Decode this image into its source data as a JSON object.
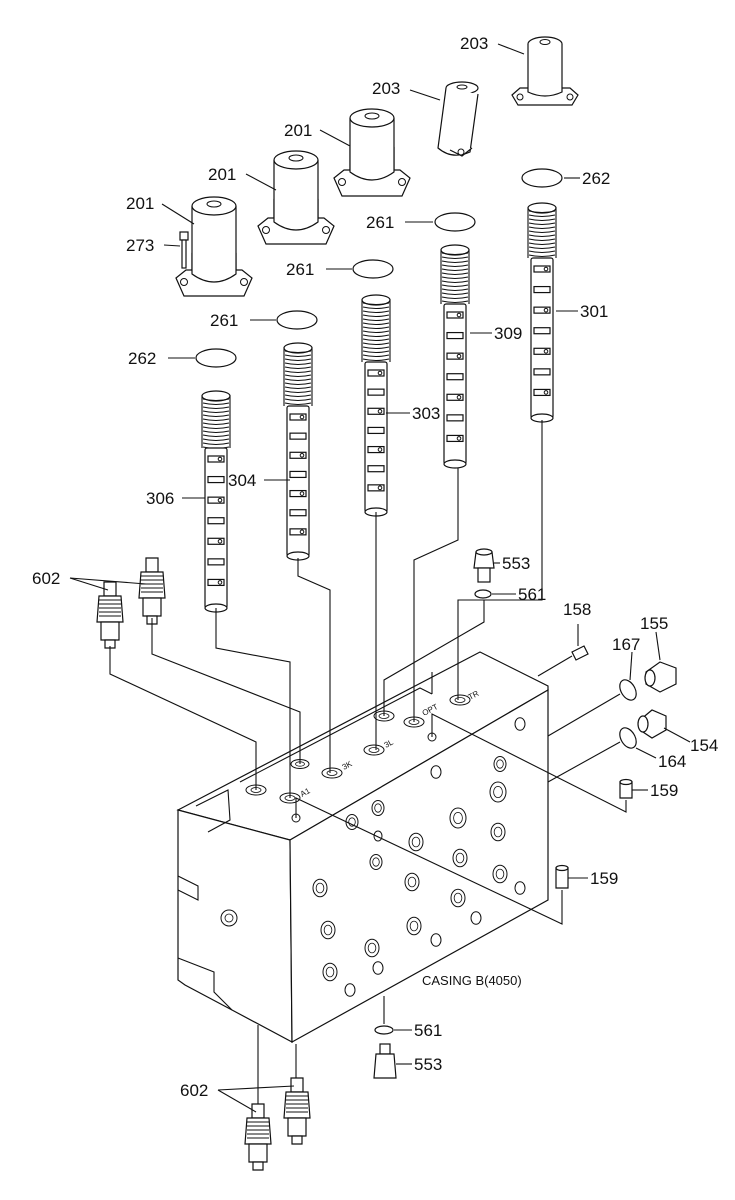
{
  "diagram": {
    "caption": "CASING B(4050)",
    "labels": [
      {
        "id": "203a",
        "text": "203"
      },
      {
        "id": "203b",
        "text": "203"
      },
      {
        "id": "201a",
        "text": "201"
      },
      {
        "id": "201b",
        "text": "201"
      },
      {
        "id": "201c",
        "text": "201"
      },
      {
        "id": "273",
        "text": "273"
      },
      {
        "id": "262a",
        "text": "262"
      },
      {
        "id": "261a",
        "text": "261"
      },
      {
        "id": "261b",
        "text": "261"
      },
      {
        "id": "261c",
        "text": "261"
      },
      {
        "id": "262b",
        "text": "262"
      },
      {
        "id": "301",
        "text": "301"
      },
      {
        "id": "309",
        "text": "309"
      },
      {
        "id": "303",
        "text": "303"
      },
      {
        "id": "304",
        "text": "304"
      },
      {
        "id": "306",
        "text": "306"
      },
      {
        "id": "553a",
        "text": "553"
      },
      {
        "id": "561a",
        "text": "561"
      },
      {
        "id": "602a",
        "text": "602"
      },
      {
        "id": "158",
        "text": "158"
      },
      {
        "id": "155",
        "text": "155"
      },
      {
        "id": "167",
        "text": "167"
      },
      {
        "id": "164",
        "text": "164"
      },
      {
        "id": "154",
        "text": "154"
      },
      {
        "id": "159a",
        "text": "159"
      },
      {
        "id": "159b",
        "text": "159"
      },
      {
        "id": "561b",
        "text": "561"
      },
      {
        "id": "553b",
        "text": "553"
      },
      {
        "id": "602b",
        "text": "602"
      }
    ],
    "port_marks": [
      "TR",
      "OPT",
      "3L",
      "3K",
      "A1"
    ]
  }
}
